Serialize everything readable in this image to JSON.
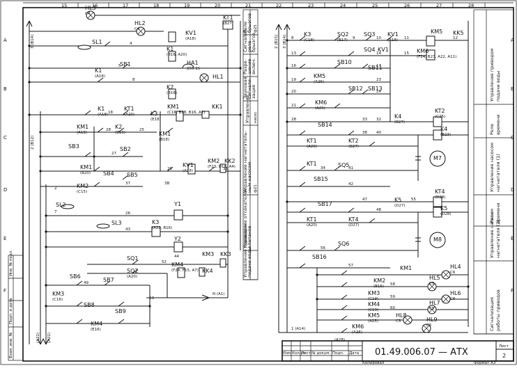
{
  "frame": {
    "zone_numbers": [
      "15",
      "16",
      "17",
      "18",
      "19",
      "20",
      "21",
      "22",
      "23",
      "24",
      "25",
      "26",
      "27",
      "28"
    ],
    "row_letters": [
      "A",
      "B",
      "C",
      "D",
      "E",
      "F"
    ]
  },
  "left": {
    "bus_labels": [
      "3 (B14)",
      "2 (B12)",
      "(A22)",
      "(A22)"
    ],
    "components": [
      {
        "label": "HL3",
        "ref": "C4"
      },
      {
        "label": "HL2",
        "ref": "C4"
      },
      {
        "label": "KV1",
        "ref": "(A18)"
      },
      {
        "label": "KT1",
        "ref": "(B27)"
      },
      {
        "label": "SL1",
        "ref": ""
      },
      {
        "label": "K1",
        "ref": "(B16, A20)"
      },
      {
        "label": "K1",
        "ref": "(A18)"
      },
      {
        "label": "SB1",
        "ref": ""
      },
      {
        "label": "HA1",
        "ref": "255 15"
      },
      {
        "label": "HL1",
        "ref": ""
      },
      {
        "label": "K2",
        "ref": "(B16)"
      },
      {
        "label": "K1",
        "ref": "(A18)"
      },
      {
        "label": "KT1",
        "ref": "(A20)"
      },
      {
        "label": "K3",
        "ref": "(E18)"
      },
      {
        "label": "KM1",
        "ref": "(C16, B18, B16, A2)"
      },
      {
        "label": "KK1",
        "ref": ""
      },
      {
        "label": "KM1",
        "ref": "(A18)"
      },
      {
        "label": "K2",
        "ref": "(B16)"
      },
      {
        "label": "KM1",
        "ref": "(B18)"
      },
      {
        "label": "SB3",
        "ref": ""
      },
      {
        "label": "SB2",
        "ref": ""
      },
      {
        "label": "KM1",
        "ref": "(B20)"
      },
      {
        "label": "SB4",
        "ref": ""
      },
      {
        "label": "SB5",
        "ref": ""
      },
      {
        "label": "KM2",
        "ref": "(C15)"
      },
      {
        "label": "KV1",
        "ref": "(A18)"
      },
      {
        "label": "KM2",
        "ref": "(F23, D18, A4)"
      },
      {
        "label": "KK2",
        "ref": ""
      },
      {
        "label": "SL2",
        "ref": ""
      },
      {
        "label": "Y1",
        "ref": ""
      },
      {
        "label": "SL3",
        "ref": ""
      },
      {
        "label": "K3",
        "ref": "(A22, B16)"
      },
      {
        "label": "Y2",
        "ref": ""
      },
      {
        "label": "SQ1",
        "ref": ""
      },
      {
        "label": "SQ2",
        "ref": "(A20)"
      },
      {
        "label": "KM4",
        "ref": "(F24, F15, A7)"
      },
      {
        "label": "KM3",
        "ref": ""
      },
      {
        "label": "KK3",
        "ref": ""
      },
      {
        "label": "KK4",
        "ref": ""
      },
      {
        "label": "SB6",
        "ref": ""
      },
      {
        "label": "SB7",
        "ref": ""
      },
      {
        "label": "KM3",
        "ref": "(C16)"
      },
      {
        "label": "SB8",
        "ref": ""
      },
      {
        "label": "SB9",
        "ref": ""
      },
      {
        "label": "KM4",
        "ref": "(E16)"
      }
    ],
    "wires": [
      "4",
      "5",
      "8",
      "18",
      "28",
      "27",
      "25",
      "29",
      "31",
      "37",
      "3B",
      "26",
      "43",
      "52",
      "44",
      "49",
      "53",
      "2",
      "7"
    ],
    "neutral": "N (A1)"
  },
  "left_table": [
    {
      "text": "Реле\nбрызгов",
      "sub": "ф25"
    },
    {
      "text": "Сигнализ.\nреле\nбрызгов",
      "sub": ""
    },
    {
      "text": "Разре-\nшение\nвключ.",
      "sub": ""
    },
    {
      "text": "Звуковая\nсигнали-\nзация",
      "sub": ""
    },
    {
      "text": "Управление",
      "sub": "насос"
    },
    {
      "text": "Управление нагнетатель-\nным насосом",
      "sub": "ф21"
    },
    {
      "text": "Управление отсекателем\nклапанов",
      "sub": ""
    },
    {
      "text": "Управление приводом\nподачи воды",
      "sub": ""
    }
  ],
  "right": {
    "bus_labels": [
      "2 (B15)",
      "3 (B14)",
      "1 (A14)",
      "(A28)"
    ],
    "components": [
      {
        "label": "K3",
        "ref": "(C18)"
      },
      {
        "label": "SQ2",
        "ref": "(E17)"
      },
      {
        "label": "SQ3",
        "ref": ""
      },
      {
        "label": "KV1",
        "ref": "(A18)"
      },
      {
        "label": "KM5",
        "ref": ""
      },
      {
        "label": "KK5",
        "ref": ""
      },
      {
        "label": "KM6",
        "ref": "(F24, B23, A22, A11)"
      },
      {
        "label": "SQ4",
        "ref": ""
      },
      {
        "label": "KV1",
        "ref": ""
      },
      {
        "label": "SB10",
        "ref": ""
      },
      {
        "label": "SB11",
        "ref": ""
      },
      {
        "label": "KM5",
        "ref": "(A26)"
      },
      {
        "label": "SB12",
        "ref": ""
      },
      {
        "label": "SB13",
        "ref": ""
      },
      {
        "label": "KM6",
        "ref": "(A26)"
      },
      {
        "label": "K4",
        "ref": "(B27)"
      },
      {
        "label": "KT2",
        "ref": "(C25)"
      },
      {
        "label": "SB14",
        "ref": ""
      },
      {
        "label": "KT1",
        "ref": "(A20)"
      },
      {
        "label": "KT2",
        "ref": "(B27)"
      },
      {
        "label": "K4",
        "ref": "(B23)"
      },
      {
        "label": "M7",
        "ref": ""
      },
      {
        "label": "KT1",
        "ref": ""
      },
      {
        "label": "SQ5",
        "ref": ""
      },
      {
        "label": "SB15",
        "ref": ""
      },
      {
        "label": "KT4",
        "ref": "(D28)"
      },
      {
        "label": "SB17",
        "ref": ""
      },
      {
        "label": "K5",
        "ref": "(D27)"
      },
      {
        "label": "KT1",
        "ref": "(A20)"
      },
      {
        "label": "KT4",
        "ref": "(D27)"
      },
      {
        "label": "K5",
        "ref": "(D28)"
      },
      {
        "label": "M8",
        "ref": ""
      },
      {
        "label": "SQ6",
        "ref": ""
      },
      {
        "label": "SB16",
        "ref": ""
      },
      {
        "label": "KM1",
        "ref": ""
      },
      {
        "label": "HL4",
        "ref": "C6"
      },
      {
        "label": "KM2",
        "ref": "(B16)"
      },
      {
        "label": "HL5",
        "ref": "C5"
      },
      {
        "label": "KM3",
        "ref": "(C19)"
      },
      {
        "label": "HL6",
        "ref": "C6"
      },
      {
        "label": "KM4",
        "ref": "(C19)"
      },
      {
        "label": "HL7",
        "ref": "C5"
      },
      {
        "label": "KM5",
        "ref": "(A25)"
      },
      {
        "label": "HL8",
        "ref": "C5"
      },
      {
        "label": "KM6",
        "ref": "(A26)"
      },
      {
        "label": "HL9",
        "ref": "C6"
      }
    ],
    "wires": [
      "8",
      "9",
      "10",
      "11",
      "12",
      "13",
      "14",
      "15",
      "16",
      "17",
      "19",
      "20",
      "21",
      "23",
      "24",
      "28",
      "32",
      "33",
      "34",
      "38",
      "40",
      "41",
      "42",
      "47",
      "48",
      "55",
      "56",
      "57",
      "58",
      "59",
      "60"
    ]
  },
  "right_table": [
    {
      "text": "Управление приводом\nподачи воды"
    },
    {
      "text": "Реле\nвремени"
    },
    {
      "text": "Управление насосом\nнагнетателя (1)"
    },
    {
      "text": "Реле\nвремени"
    },
    {
      "text": "Управление насосом\nнагнетателя (2)"
    },
    {
      "text": "Сигнализация\nработы приводов"
    }
  ],
  "title_block": {
    "designation": "01.49.006.07 — АТХ",
    "sheet_label": "Лист",
    "sheet_number": "2",
    "headers": [
      "Изм.",
      "Кол.уч",
      "Лист",
      "№ докум.",
      "Подп.",
      "Дата"
    ],
    "copied": "Копировал",
    "format": "Формат A3"
  },
  "side_stamp": [
    "Инв. № подл.",
    "Подп. и дата",
    "Взам. инв. №"
  ]
}
